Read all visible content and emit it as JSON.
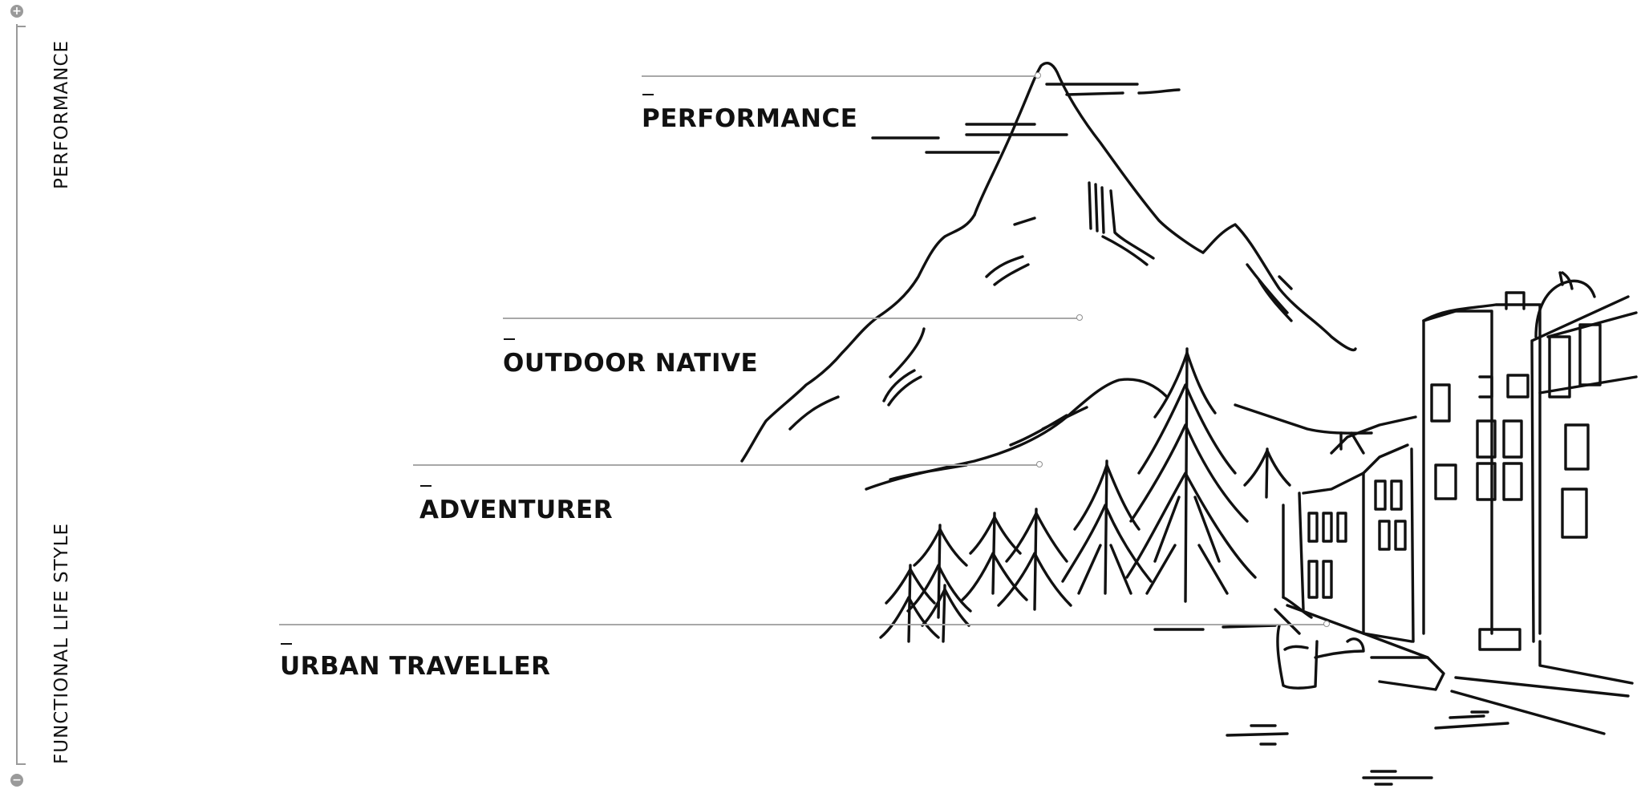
{
  "scale": {
    "top_label": "PERFORMANCE",
    "bottom_label": "FUNCTIONAL LIFE STYLE",
    "zoom_in_symbol": "+",
    "zoom_out_symbol": "−"
  },
  "levels": [
    {
      "id": "performance",
      "dash": "–",
      "label": "PERFORMANCE"
    },
    {
      "id": "outdoor-native",
      "dash": "–",
      "label": "OUTDOOR NATIVE"
    },
    {
      "id": "adventurer",
      "dash": "–",
      "label": "ADVENTURER"
    },
    {
      "id": "urban-traveller",
      "dash": "–",
      "label": "URBAN TRAVELLER"
    }
  ],
  "illustration": {
    "subject": "mountain-village-sketch",
    "stroke_color": "#111111",
    "line_color": "#a8a8a8"
  }
}
